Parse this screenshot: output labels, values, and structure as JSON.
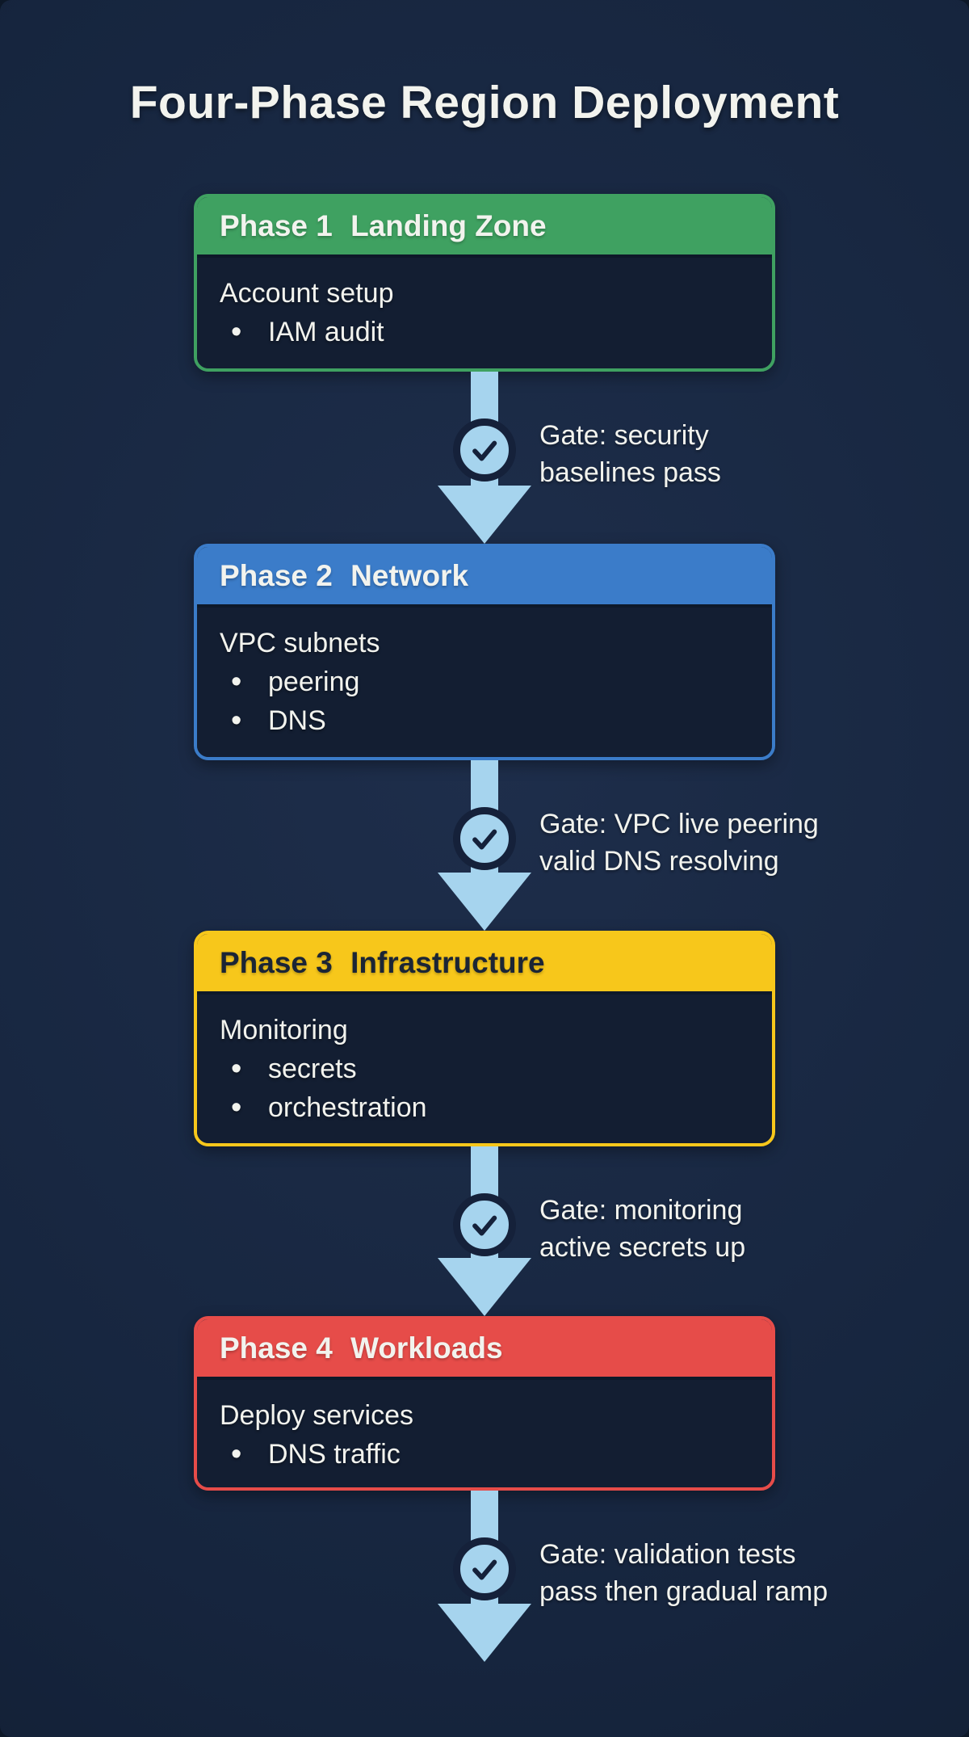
{
  "title": "Four-Phase Region Deployment",
  "colors": {
    "background": "#16253e",
    "panel_body": "#131e32",
    "arrow": "#a6d4ee",
    "check_ring": "#15213a",
    "text": "#f2f3ee"
  },
  "phases": [
    {
      "label": "Phase 1",
      "name": "Landing Zone",
      "color": "#3fa161",
      "header_text": "#f2f3ee",
      "summary": "Account setup",
      "bullets": [
        "IAM audit"
      ]
    },
    {
      "label": "Phase 2",
      "name": "Network",
      "color": "#3b7cc9",
      "header_text": "#f2f3ee",
      "summary": "VPC subnets",
      "bullets": [
        "peering",
        "DNS"
      ]
    },
    {
      "label": "Phase 3",
      "name": "Infrastructure",
      "color": "#f7c71b",
      "header_text": "#1b2535",
      "summary": "Monitoring",
      "bullets": [
        "secrets",
        "orchestration"
      ]
    },
    {
      "label": "Phase 4",
      "name": "Workloads",
      "color": "#e64c49",
      "header_text": "#f2f3ee",
      "summary": "Deploy services",
      "bullets": [
        "DNS traffic"
      ]
    }
  ],
  "gates": [
    {
      "lines": [
        "Gate: security",
        "baselines pass"
      ]
    },
    {
      "lines": [
        "Gate: VPC live peering",
        "valid DNS resolving"
      ]
    },
    {
      "lines": [
        "Gate: monitoring",
        "active secrets up"
      ]
    },
    {
      "lines": [
        "Gate: validation tests",
        "pass then gradual ramp"
      ]
    }
  ]
}
